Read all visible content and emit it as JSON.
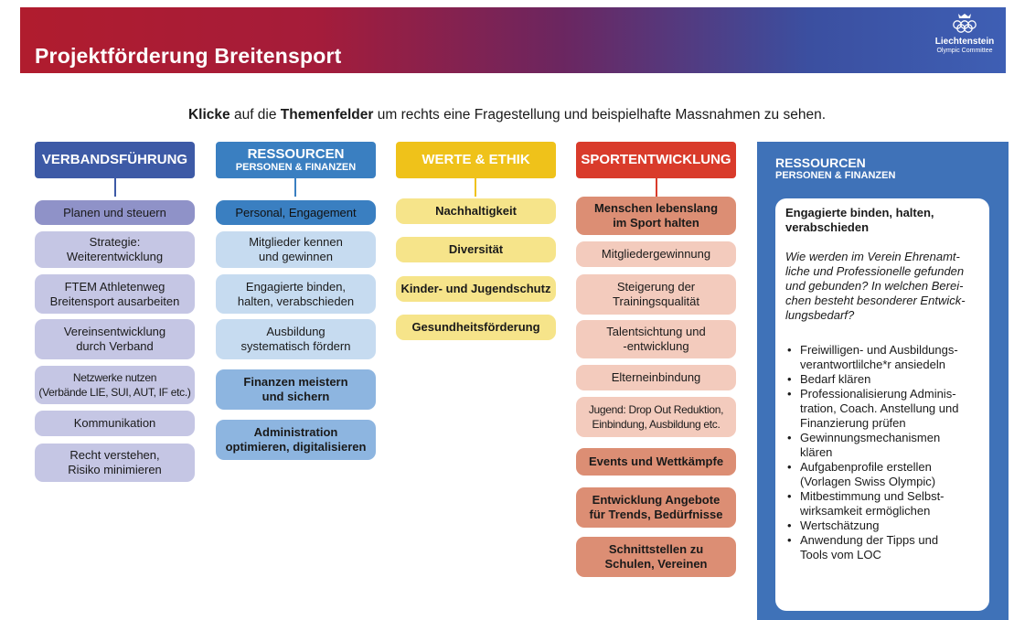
{
  "header": {
    "title": "Projektförderung Breitensport",
    "logo_line1": "Liechtenstein",
    "logo_line2": "Olympic Committee"
  },
  "instruction": {
    "bold1": "Klicke",
    "text1": " auf die ",
    "bold2": "Themenfelder",
    "text2": " um rechts eine Fragestellung und beispielhafte Massnahmen zu sehen."
  },
  "columns": {
    "verband": {
      "title": "VERBANDSFÜHRUNG",
      "items": [
        "Planen und steuern",
        "Strategie:\nWeiterentwicklung",
        "FTEM Athletenweg\nBreitensport ausarbeiten",
        "Vereinsentwicklung\ndurch Verband",
        "Netzwerke nutzen\n(Verbände LIE, SUI, AUT, IF etc.)",
        "Kommunikation",
        "Recht verstehen,\nRisiko minimieren"
      ]
    },
    "ressourcen": {
      "title": "RESSOURCEN",
      "subtitle": "PERSONEN & FINANZEN",
      "items": [
        "Personal, Engagement",
        "Mitglieder kennen\nund gewinnen",
        "Engagierte binden,\nhalten, verabschieden",
        "Ausbildung\nsystematisch fördern",
        "Finanzen meistern\nund sichern",
        "Administration\noptimieren, digitalisieren"
      ]
    },
    "werte": {
      "title": "WERTE & ETHIK",
      "items": [
        "Nachhaltigkeit",
        "Diversität",
        "Kinder- und Jugendschutz",
        "Gesundheitsförderung"
      ]
    },
    "sport": {
      "title": "SPORTENTWICKLUNG",
      "items": [
        "Menschen lebenslang\nim Sport halten",
        "Mitgliedergewinnung",
        "Steigerung der\nTrainingsqualität",
        "Talentsichtung und\n-entwicklung",
        "Elterneinbindung",
        "Jugend: Drop Out Reduktion,\nEinbindung, Ausbildung etc.",
        "Events und Wettkämpfe",
        "Entwicklung Angebote\nfür Trends, Bedürfnisse",
        "Schnittstellen zu\nSchulen, Vereinen"
      ]
    }
  },
  "panel": {
    "title": "RESSOURCEN",
    "subtitle": "PERSONEN & FINANZEN",
    "card_title": "Engagierte binden, halten,\nverabschieden",
    "question": "Wie werden im Verein Ehrenamt-\nliche und Professionelle gefunden\nund gebunden? In welchen Berei-\nchen besteht besonderer Entwick-\nlungsbedarf?",
    "bullets": [
      "Freiwilligen- und Ausbildungs-\nverantwortlilche*r ansiedeln",
      "Bedarf klären",
      "Professionalisierung Adminis-\ntration, Coach. Anstellung und\nFinanzierung prüfen",
      "Gewinnungsmechanismen\nklären",
      "Aufgabenprofile erstellen\n(Vorlagen Swiss Olympic)",
      "Mitbestimmung und Selbst-\nwirksamkeit ermöglichen",
      "Wertschätzung",
      "Anwendung der Tipps und\nTools vom LOC"
    ]
  },
  "colors": {
    "verband_head": "#3d5aa6",
    "verband_item": "#c5c6e4",
    "verband_item_dark": "#8f92c8",
    "ressourcen_head": "#3a7fc1",
    "ressourcen_item": "#c6dbf0",
    "ressourcen_item_mid": "#8db5e0",
    "ressourcen_item_dark": "#3a7fc1",
    "werte_head": "#efc21a",
    "werte_item": "#f6e48a",
    "sport_head": "#d93b2b",
    "sport_item": "#f3cbbd",
    "sport_item_dark": "#dc8e74",
    "panel_bg": "#3f72b8"
  }
}
